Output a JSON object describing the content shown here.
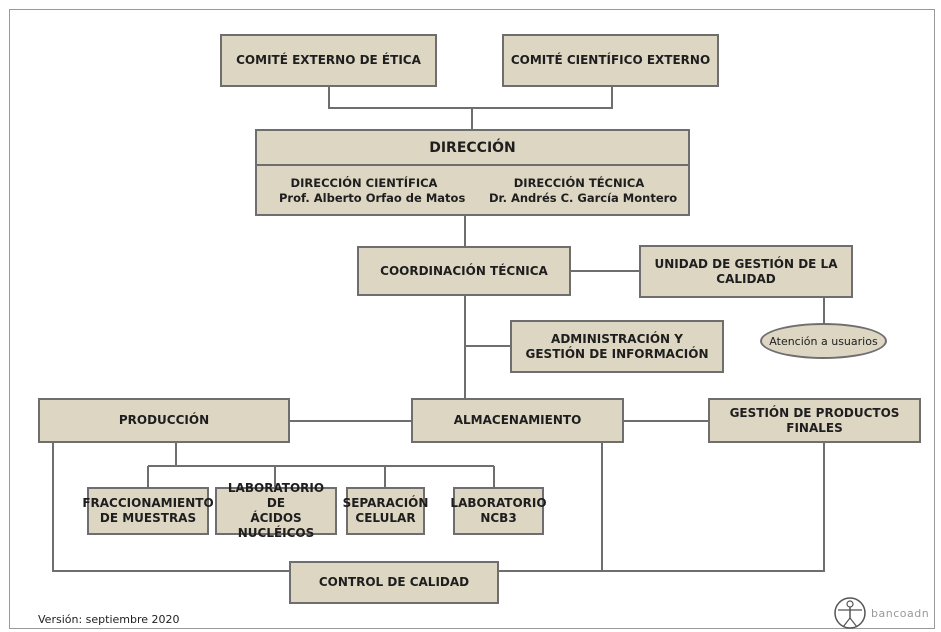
{
  "boxes": {
    "comite_etica": "COMITÉ EXTERNO DE ÉTICA",
    "comite_cientifico": "COMITÉ CIENTÍFICO EXTERNO",
    "direccion": "DIRECCIÓN",
    "dir_cientifica_title": "DIRECCIÓN CIENTÍFICA",
    "dir_cientifica_name": "Prof. Alberto Orfao de Matos",
    "dir_tecnica_title": "DIRECCIÓN TÉCNICA",
    "dir_tecnica_name": "Dr. Andrés C. García Montero",
    "coordinacion": "COORDINACIÓN TÉCNICA",
    "unidad_calidad": "UNIDAD DE GESTIÓN DE LA\nCALIDAD",
    "atencion": "Atención a usuarios",
    "administracion": "ADMINISTRACIÓN Y\nGESTIÓN DE INFORMACIÓN",
    "produccion": "PRODUCCIÓN",
    "almacenamiento": "ALMACENAMIENTO",
    "gestion_productos": "GESTIÓN DE PRODUCTOS\nFINALES",
    "fraccionamiento": "FRACCIONAMIENTO\nDE MUESTRAS",
    "lab_acidos": "LABORATORIO DE\nÁCIDOS NUCLÉICOS",
    "separacion": "SEPARACIÓN\nCELULAR",
    "lab_ncb3": "LABORATORIO\nNCB3",
    "control_calidad": "CONTROL DE CALIDAD"
  },
  "footer": {
    "version": "Versión: septiembre 2020",
    "logo_text": "bancoadn"
  },
  "colors": {
    "box_fill": "#ddd6c3",
    "box_border": "#6e6e6e",
    "line": "#6e6e6e"
  }
}
